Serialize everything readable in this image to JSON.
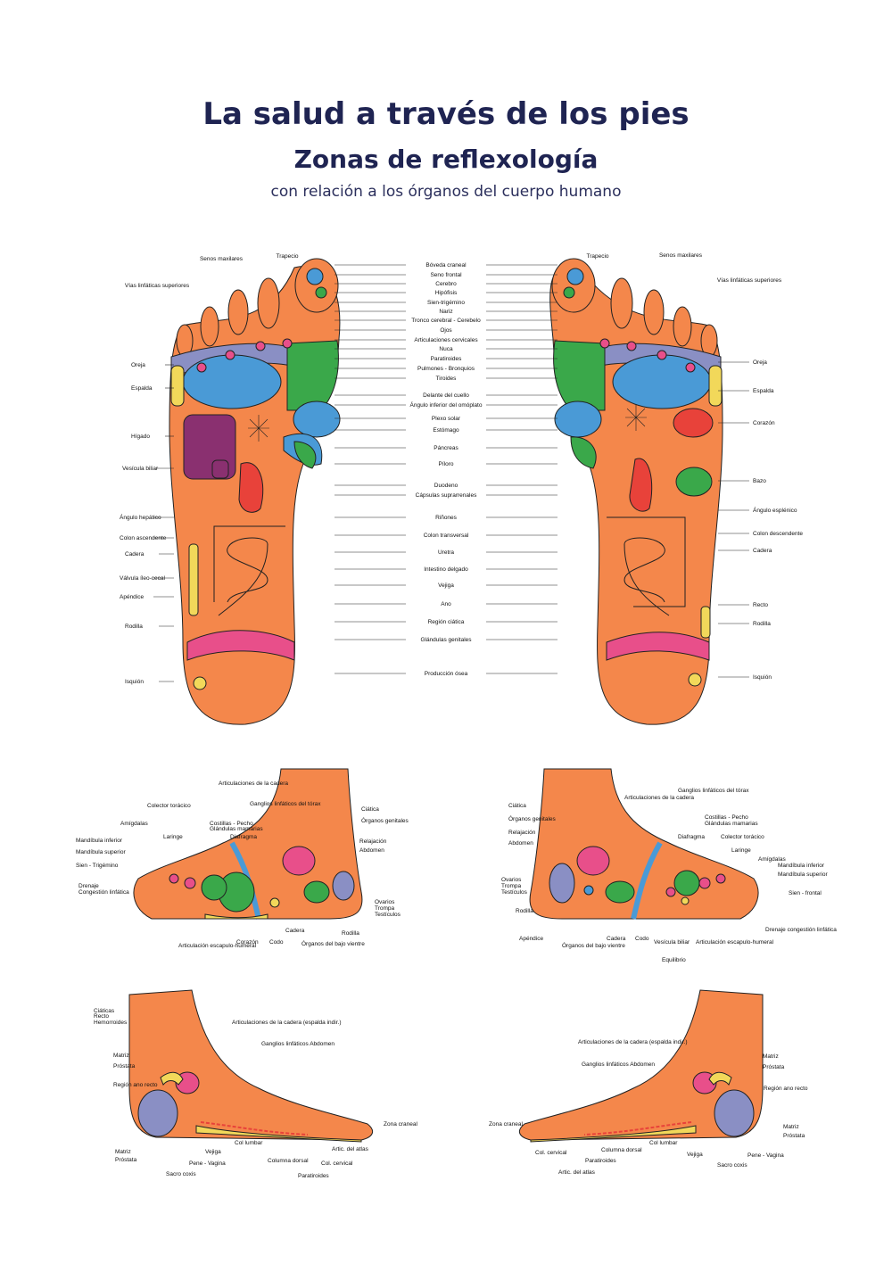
{
  "header": {
    "title": "La salud a través de los pies",
    "subtitle": "Zonas de reflexología",
    "caption": "con relación a los órganos del cuerpo humano"
  },
  "colors": {
    "skin": "#f4874b",
    "blue": "#4a9ad6",
    "green": "#3aa84a",
    "yellow": "#f2d85a",
    "pink": "#e84f8a",
    "red": "#e8423a",
    "purple": "#8a3070",
    "slate": "#8a8fc4",
    "title": "#1f2452"
  },
  "soles": {
    "center_labels": [
      "Bóveda craneal",
      "Seno frontal",
      "Cerebro",
      "Hipófisis",
      "Sien-trigémino",
      "Nariz",
      "Tronco cerebral - Cerebelo",
      "Ojos",
      "Articulaciones cervicales",
      "Nuca",
      "Paratiroides",
      "Pulmones - Bronquios",
      "Tiroides",
      "Delante del cuello",
      "Ángulo inferior del omóplato",
      "Plexo solar",
      "Estómago",
      "Páncreas",
      "Píloro",
      "Duodeno",
      "Cápsulas suprarrenales",
      "Riñones",
      "Colon transversal",
      "Uretra",
      "Intestino delgado",
      "Vejiga",
      "Ano",
      "Región ciática",
      "Glándulas genitales",
      "Producción ósea"
    ],
    "left_labels": [
      "Senos maxilares",
      "Trapecio",
      "Vías linfáticas superiores",
      "Oreja",
      "Espalda",
      "Hígado",
      "Vesícula biliar",
      "Ángulo hepático",
      "Colon ascendente",
      "Cadera",
      "Válvula íleo-cecal",
      "Apéndice",
      "Rodilla",
      "Isquión"
    ],
    "right_labels": [
      "Trapecio",
      "Senos maxilares",
      "Vías linfáticas superiores",
      "Oreja",
      "Espalda",
      "Corazón",
      "Bazo",
      "Ángulo esplénico",
      "Colon descendente",
      "Cadera",
      "Recto",
      "Rodilla",
      "Isquión"
    ]
  },
  "inner_left": {
    "labels": [
      "Articulaciones de la cadera",
      "Ganglios linfáticos del tórax",
      "Colector torácico",
      "Costillas - Pecho",
      "Glándulas mamarias",
      "Amígdalas",
      "Laringe",
      "Diafragma",
      "Mandíbula inferior",
      "Mandíbula superior",
      "Sien - Trigémino",
      "Drenaje",
      "Congestión linfática",
      "Ciática",
      "Órganos genitales",
      "Relajación",
      "Abdomen",
      "Ovarios",
      "Trompa",
      "Testículos",
      "Rodilla",
      "Cadera",
      "Órganos del bajo vientre",
      "Codo",
      "Corazón",
      "Articulación escapulo-humeral"
    ]
  },
  "inner_right": {
    "labels": [
      "Ciática",
      "Órganos genitales",
      "Relajación",
      "Abdomen",
      "Articulaciones de la cadera",
      "Ganglios linfáticos del tórax",
      "Costillas - Pecho",
      "Glándulas mamarias",
      "Diafragma",
      "Colector torácico",
      "Laringe",
      "Amígdalas",
      "Mandíbula inferior",
      "Mandíbula superior",
      "Sien - frontal",
      "Ovarios",
      "Trompa",
      "Testículos",
      "Rodilla",
      "Apéndice",
      "Órganos del bajo vientre",
      "Cadera",
      "Codo",
      "Vesícula biliar",
      "Equilibrio",
      "Articulación escapulo-humeral",
      "Drenaje congestión linfática"
    ]
  },
  "outer_left": {
    "labels": [
      "Ciáticas",
      "Recto",
      "Hemorroides",
      "Articulaciones de la cadera (espalda indir.)",
      "Ganglios linfáticos Abdomen",
      "Matriz",
      "Próstata",
      "Región ano recto",
      "Matriz",
      "Próstata",
      "Vejiga",
      "Col lumbar",
      "Zona craneal",
      "Pene - Vagina",
      "Columna dorsal",
      "Artic. del atlas",
      "Col. cervical",
      "Sacro coxis",
      "Paratiroides"
    ]
  },
  "outer_right": {
    "labels": [
      "Articulaciones de la cadera (espalda indir.)",
      "Ganglios linfáticos Abdomen",
      "Matriz",
      "Próstata",
      "Región ano recto",
      "Matriz",
      "Próstata",
      "Zona craneal",
      "Col. cervical",
      "Columna dorsal",
      "Col lumbar",
      "Vejiga",
      "Paratiroides",
      "Pene - Vagina",
      "Sacro coxis",
      "Artic. del atlas"
    ]
  }
}
